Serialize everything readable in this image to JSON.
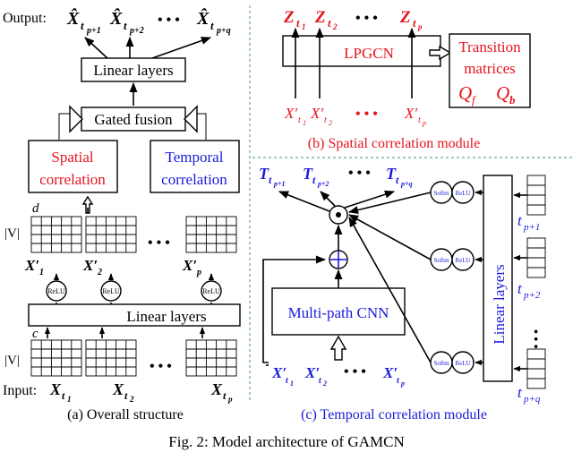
{
  "overall": {
    "output_label": "Output:",
    "out_sym": "X̂",
    "out_subs": [
      "t",
      "t",
      "t"
    ],
    "out_sub2": [
      "p+1",
      "p+2",
      "p+q"
    ],
    "linear_top": "Linear layers",
    "gated": "Gated fusion",
    "spatial_l1": "Spatial",
    "spatial_l2": "correlation",
    "temporal_l1": "Temporal",
    "temporal_l2": "correlation",
    "d_label": "d",
    "v_label": "|V|",
    "x_sym": "X′",
    "x_subs": [
      "1",
      "2",
      "p"
    ],
    "relu": "ReLU",
    "linear_bottom": "Linear layers",
    "c_label": "c",
    "v_label2": "|V|",
    "input_label": "Input:",
    "in_sym": "X",
    "dots": "• • •",
    "caption": "(a) Overall structure"
  },
  "spatial": {
    "z_sym": "Z",
    "z_subs": [
      "1",
      "2",
      "p"
    ],
    "lpgcn": "LPGCN",
    "trans_l1": "Transition",
    "trans_l2": "matrices",
    "qf": "Q",
    "qf_sub": "f",
    "qb": "Q",
    "qb_sub": "b",
    "x_sym": "X′",
    "x_subs": [
      "1",
      "2",
      "p"
    ],
    "caption": "(b) Spatial correlation module"
  },
  "temporal": {
    "t_sym": "T",
    "t_subs": [
      "p+1",
      "p+2",
      "p+q"
    ],
    "dot": "⊙",
    "plus": "⊕",
    "cnn": "Multi-path CNN",
    "softm": "Softm",
    "relu": "ReLU",
    "linear": "Linear layers",
    "tp_sym": "t",
    "tp_subs": [
      "p+1",
      "p+2",
      "p+q"
    ],
    "x_sym": "X′",
    "x_subs": [
      "1",
      "2",
      "p"
    ],
    "dots": "• • •",
    "caption": "(c) Temporal correlation module"
  },
  "figure_caption": "Fig. 2: Model architecture of GAMCN"
}
